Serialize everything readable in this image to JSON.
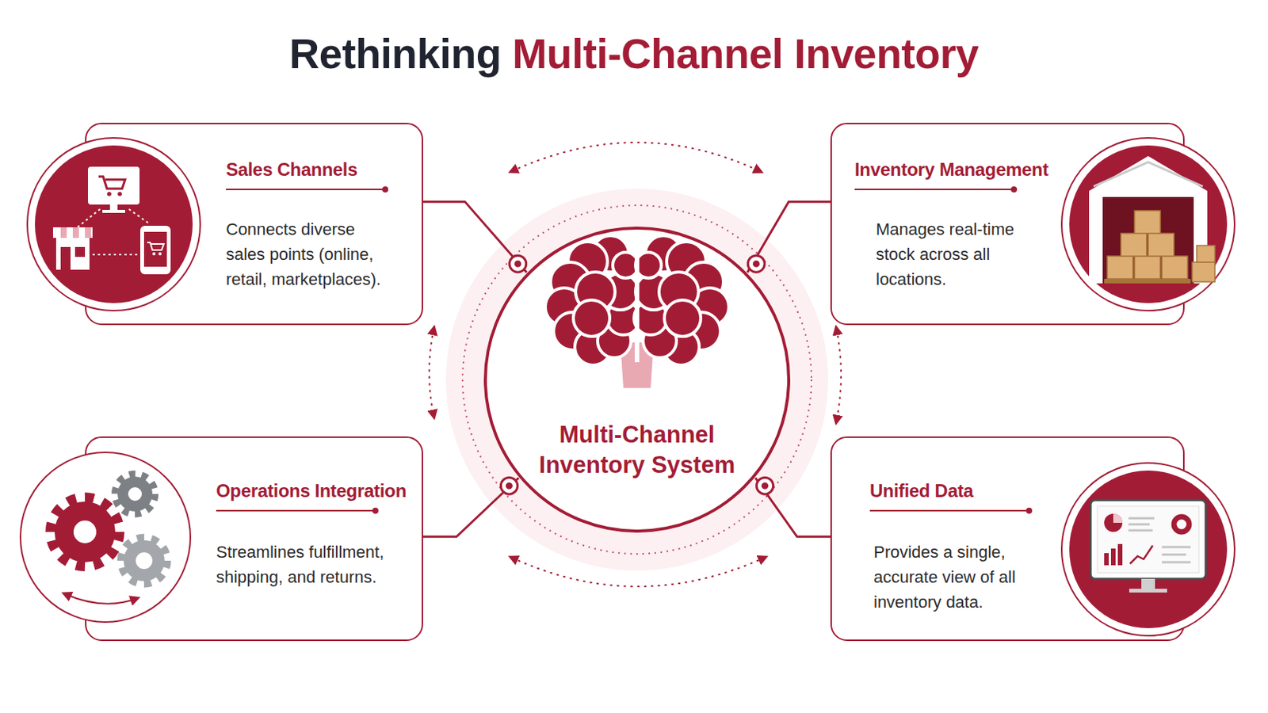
{
  "diagram": {
    "title": "Rethinking Multi-Channel Inventory",
    "nodes": [
      {
        "text": [
          "Sales Channels",
          "Connects diverse sales points (online, retail, marketplaces)."
        ]
      },
      {
        "text": [
          "Inventory Management",
          "Manages real-time stock across all locations."
        ]
      },
      {
        "text": [
          "Multi-Channel Inventory System"
        ]
      },
      {
        "text": [
          "Operations Integration",
          "Streamlines fulfillment, shipping, and returns."
        ]
      },
      {
        "text": [
          "Unified Data",
          "Provides a single, accurate view of all inventory data."
        ]
      }
    ],
    "edges": [
      {
        "from": 0,
        "to": 2,
        "arrow": "none"
      },
      {
        "from": 1,
        "to": 2,
        "arrow": "none"
      },
      {
        "from": 3,
        "to": 2,
        "arrow": "none"
      },
      {
        "from": 4,
        "to": 2,
        "arrow": "none"
      }
    ]
  }
}
